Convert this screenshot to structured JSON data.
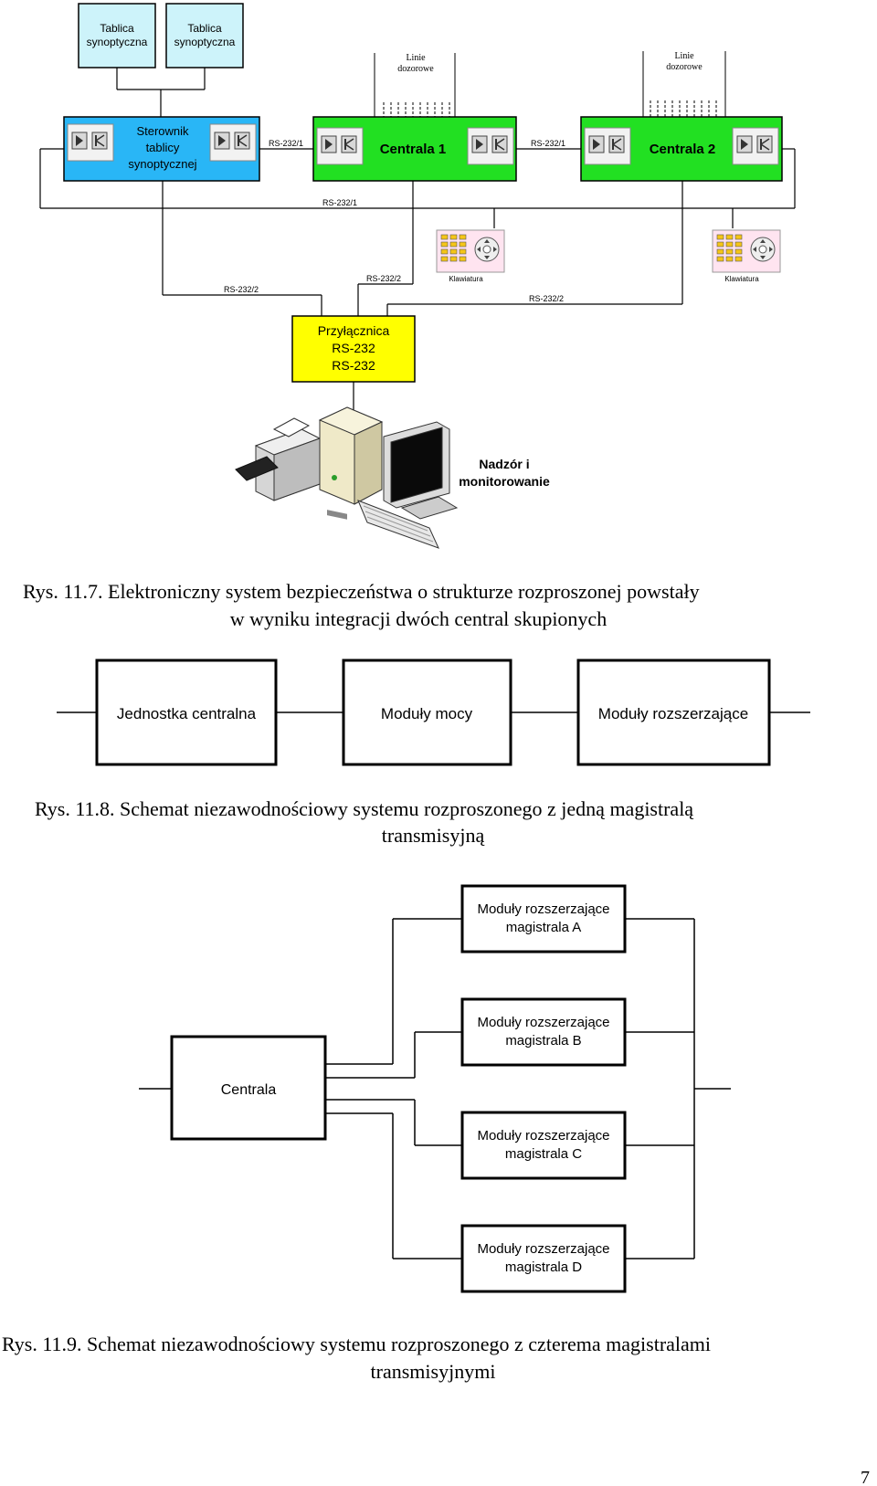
{
  "figure1": {
    "tablica1": [
      "Tablica",
      "synoptyczna"
    ],
    "tablica2": [
      "Tablica",
      "synoptyczna"
    ],
    "linie1": [
      "Linie",
      "dozorowe"
    ],
    "linie2": [
      "Linie",
      "dozorowe"
    ],
    "sterownik": [
      "Sterownik",
      "tablicy",
      "synoptycznej"
    ],
    "centrala1": "Centrala 1",
    "centrala2": "Centrala 2",
    "rs232_1": "RS-232/1",
    "rs232_2": "RS-232/2",
    "klawiatura": "Klawiatura",
    "przylacznica": [
      "Przyłącznica",
      "RS-232",
      "RS-232"
    ],
    "nadzor": [
      "Nadzór i",
      "monitorowanie"
    ],
    "caption": [
      "Rys. 11.7. Elektroniczny system bezpieczeństwa o strukturze rozproszonej powstały",
      "w wyniku integracji dwóch central skupionych"
    ],
    "colors": {
      "cyan": "#29b6f6",
      "light_cyan": "#cdf3fa",
      "green": "#22e022",
      "yellow": "#ffff00"
    }
  },
  "figure2": {
    "blocks": [
      "Jednostka centralna",
      "Moduły mocy",
      "Moduły rozszerzające"
    ],
    "caption": [
      "Rys. 11.8. Schemat niezawodnościowy systemu rozproszonego z jedną magistralą",
      "transmisyjną"
    ]
  },
  "figure3": {
    "centrala": "Centrala",
    "modules": [
      [
        "Moduły rozszerzające",
        "magistrala A"
      ],
      [
        "Moduły rozszerzające",
        "magistrala B"
      ],
      [
        "Moduły rozszerzające",
        "magistrala C"
      ],
      [
        "Moduły rozszerzające",
        "magistrala D"
      ]
    ],
    "caption": [
      "Rys. 11.9. Schemat niezawodnościowy systemu rozproszonego z czterema  magistralami",
      "transmisyjnymi"
    ]
  },
  "page_number": "7"
}
